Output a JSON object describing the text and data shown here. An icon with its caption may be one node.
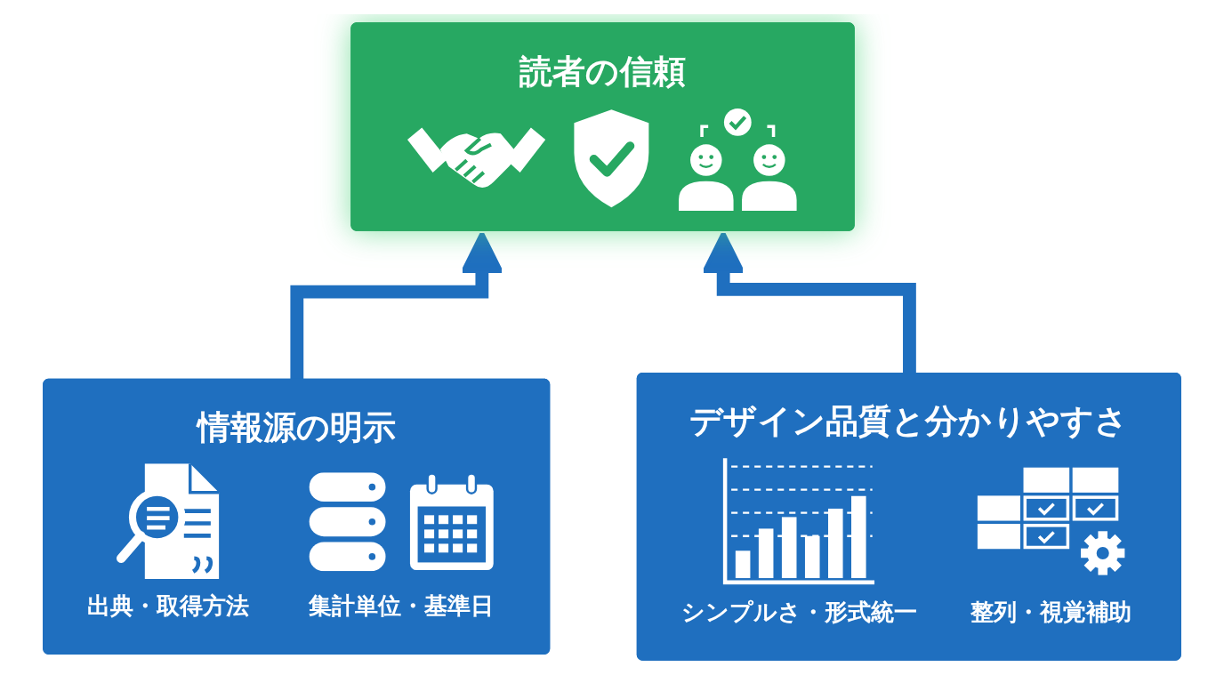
{
  "diagram": {
    "nodes": [
      {
        "text": [
          "読者の信頼"
        ]
      },
      {
        "text": [
          "情報源の明示",
          "出典・取得方法",
          "集計単位・基準日"
        ]
      },
      {
        "text": [
          "デザイン品質と分かりやすさ",
          "シンプルさ・形式統一",
          "整列・視覚補助"
        ]
      }
    ],
    "edges": [
      {
        "from": 1,
        "to": 0,
        "arrow": "to"
      },
      {
        "from": 2,
        "to": 0,
        "arrow": "to"
      }
    ]
  }
}
